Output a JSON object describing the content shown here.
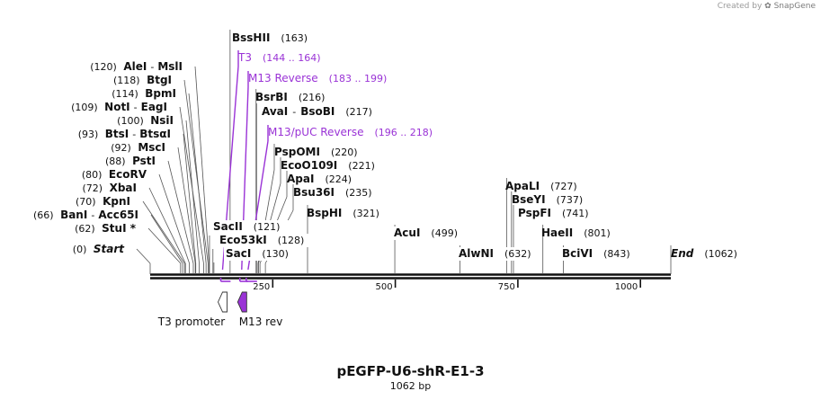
{
  "credit": {
    "prefix": "Created by",
    "brand": "SnapGene"
  },
  "plasmid": {
    "name": "pEGFP-U6-shR-E1-3",
    "length_label": "1062 bp",
    "length": 1062
  },
  "colors": {
    "primer": "#9a33d6",
    "backbone": "#111111",
    "leader": "#555555",
    "t3_promoter": "#ffffff",
    "m13_rev": "#9a33d6"
  },
  "ticks": [
    {
      "pos": 250,
      "label": "250"
    },
    {
      "pos": 500,
      "label": "500"
    },
    {
      "pos": 750,
      "label": "750"
    },
    {
      "pos": 1000,
      "label": "1000"
    }
  ],
  "left_sites": [
    {
      "name": "AleI",
      "name2": "MslI",
      "pos": 120,
      "pos_label": "(120)"
    },
    {
      "name": "BtgI",
      "pos": 118,
      "pos_label": "(118)"
    },
    {
      "name": "BpmI",
      "pos": 114,
      "pos_label": "(114)"
    },
    {
      "name": "NotI",
      "name2": "EagI",
      "pos": 109,
      "pos_label": "(109)"
    },
    {
      "name": "NsiI",
      "pos": 100,
      "pos_label": "(100)"
    },
    {
      "name": "BtsI",
      "name2": "BtsαI",
      "pos": 93,
      "pos_label": "(93)"
    },
    {
      "name": "MscI",
      "pos": 92,
      "pos_label": "(92)"
    },
    {
      "name": "PstI",
      "pos": 88,
      "pos_label": "(88)"
    },
    {
      "name": "EcoRV",
      "pos": 80,
      "pos_label": "(80)"
    },
    {
      "name": "XbaI",
      "pos": 72,
      "pos_label": "(72)"
    },
    {
      "name": "KpnI",
      "pos": 70,
      "pos_label": "(70)"
    },
    {
      "name": "BanI",
      "name2": "Acc65I",
      "pos": 66,
      "pos_label": "(66)"
    },
    {
      "name": "StuI *",
      "pos": 62,
      "pos_label": "(62)"
    },
    {
      "name": "Start",
      "pos": 0,
      "pos_label": "(0)",
      "italic": true
    }
  ],
  "right_sites": [
    {
      "name": "BssHII",
      "pos": 163,
      "pos_label": "(163)"
    },
    {
      "name": "BsrBI",
      "pos": 216,
      "pos_label": "(216)"
    },
    {
      "name": "AvaI",
      "name2": "BsoBI",
      "pos": 217,
      "pos_label": "(217)"
    },
    {
      "name": "PspOMI",
      "pos": 220,
      "pos_label": "(220)"
    },
    {
      "name": "EcoO109I",
      "pos": 221,
      "pos_label": "(221)"
    },
    {
      "name": "ApaI",
      "pos": 224,
      "pos_label": "(224)"
    },
    {
      "name": "Bsu36I",
      "pos": 235,
      "pos_label": "(235)"
    },
    {
      "name": "BspHI",
      "pos": 321,
      "pos_label": "(321)"
    },
    {
      "name": "SacII",
      "pos": 121,
      "pos_label": "(121)"
    },
    {
      "name": "Eco53kI",
      "pos": 128,
      "pos_label": "(128)"
    },
    {
      "name": "SacI",
      "pos": 130,
      "pos_label": "(130)"
    },
    {
      "name": "AcuI",
      "pos": 499,
      "pos_label": "(499)"
    },
    {
      "name": "AlwNI",
      "pos": 632,
      "pos_label": "(632)"
    },
    {
      "name": "ApaLI",
      "pos": 727,
      "pos_label": "(727)"
    },
    {
      "name": "BseYI",
      "pos": 737,
      "pos_label": "(737)"
    },
    {
      "name": "PspFI",
      "pos": 741,
      "pos_label": "(741)"
    },
    {
      "name": "HaeII",
      "pos": 801,
      "pos_label": "(801)"
    },
    {
      "name": "BciVI",
      "pos": 843,
      "pos_label": "(843)"
    },
    {
      "name": "End",
      "pos": 1062,
      "pos_label": "(1062)",
      "italic": true
    }
  ],
  "primers": [
    {
      "name": "T3",
      "range": "(144 .. 164)",
      "start": 144,
      "end": 164
    },
    {
      "name": "M13 Reverse",
      "range": "(183 .. 199)",
      "start": 183,
      "end": 199
    },
    {
      "name": "M13/pUC Reverse",
      "range": "(196 .. 218)",
      "start": 196,
      "end": 218
    }
  ],
  "features": [
    {
      "name": "T3 promoter",
      "start": 144,
      "end": 162,
      "direction": "reverse"
    },
    {
      "name": "M13 rev",
      "start": 184,
      "end": 200,
      "direction": "reverse"
    }
  ]
}
